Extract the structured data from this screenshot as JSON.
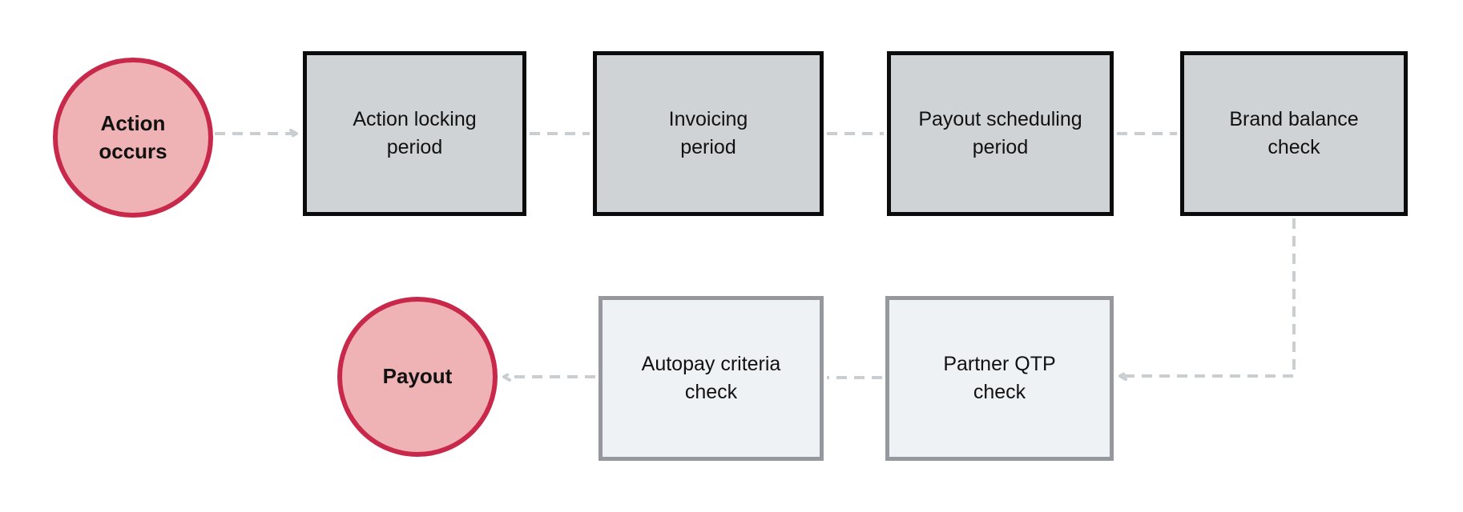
{
  "diagram": {
    "colors": {
      "circle_border": "#c8294b",
      "circle_fill": "#efb2b5",
      "stage_fill": "#cfd3d6",
      "stage_border": "#0b0b0b",
      "check_fill": "#eff2f5",
      "check_border": "#95999e",
      "connector": "#cbced0",
      "text": "#111111"
    },
    "nodes": [
      {
        "id": "action-occurs",
        "type": "start-circle",
        "label": "Action\noccurs"
      },
      {
        "id": "action-locking-period",
        "type": "stage-box",
        "label": "Action locking\nperiod"
      },
      {
        "id": "invoicing-period",
        "type": "stage-box",
        "label": "Invoicing\nperiod"
      },
      {
        "id": "payout-scheduling-period",
        "type": "stage-box",
        "label": "Payout scheduling\nperiod"
      },
      {
        "id": "brand-balance-check",
        "type": "stage-box",
        "label": "Brand balance\ncheck"
      },
      {
        "id": "partner-qtp-check",
        "type": "check-box",
        "label": "Partner QTP\ncheck"
      },
      {
        "id": "autopay-criteria-check",
        "type": "check-box",
        "label": "Autopay criteria\ncheck"
      },
      {
        "id": "payout",
        "type": "end-circle",
        "label": "Payout"
      }
    ],
    "connectors": [
      {
        "from": "action-occurs",
        "to": "action-locking-period",
        "arrowhead": true
      },
      {
        "from": "action-locking-period",
        "to": "invoicing-period",
        "arrowhead": false
      },
      {
        "from": "invoicing-period",
        "to": "payout-scheduling-period",
        "arrowhead": false
      },
      {
        "from": "payout-scheduling-period",
        "to": "brand-balance-check",
        "arrowhead": false
      },
      {
        "from": "brand-balance-check",
        "to": "partner-qtp-check",
        "arrowhead": true
      },
      {
        "from": "partner-qtp-check",
        "to": "autopay-criteria-check",
        "arrowhead": false
      },
      {
        "from": "autopay-criteria-check",
        "to": "payout",
        "arrowhead": true
      }
    ]
  }
}
